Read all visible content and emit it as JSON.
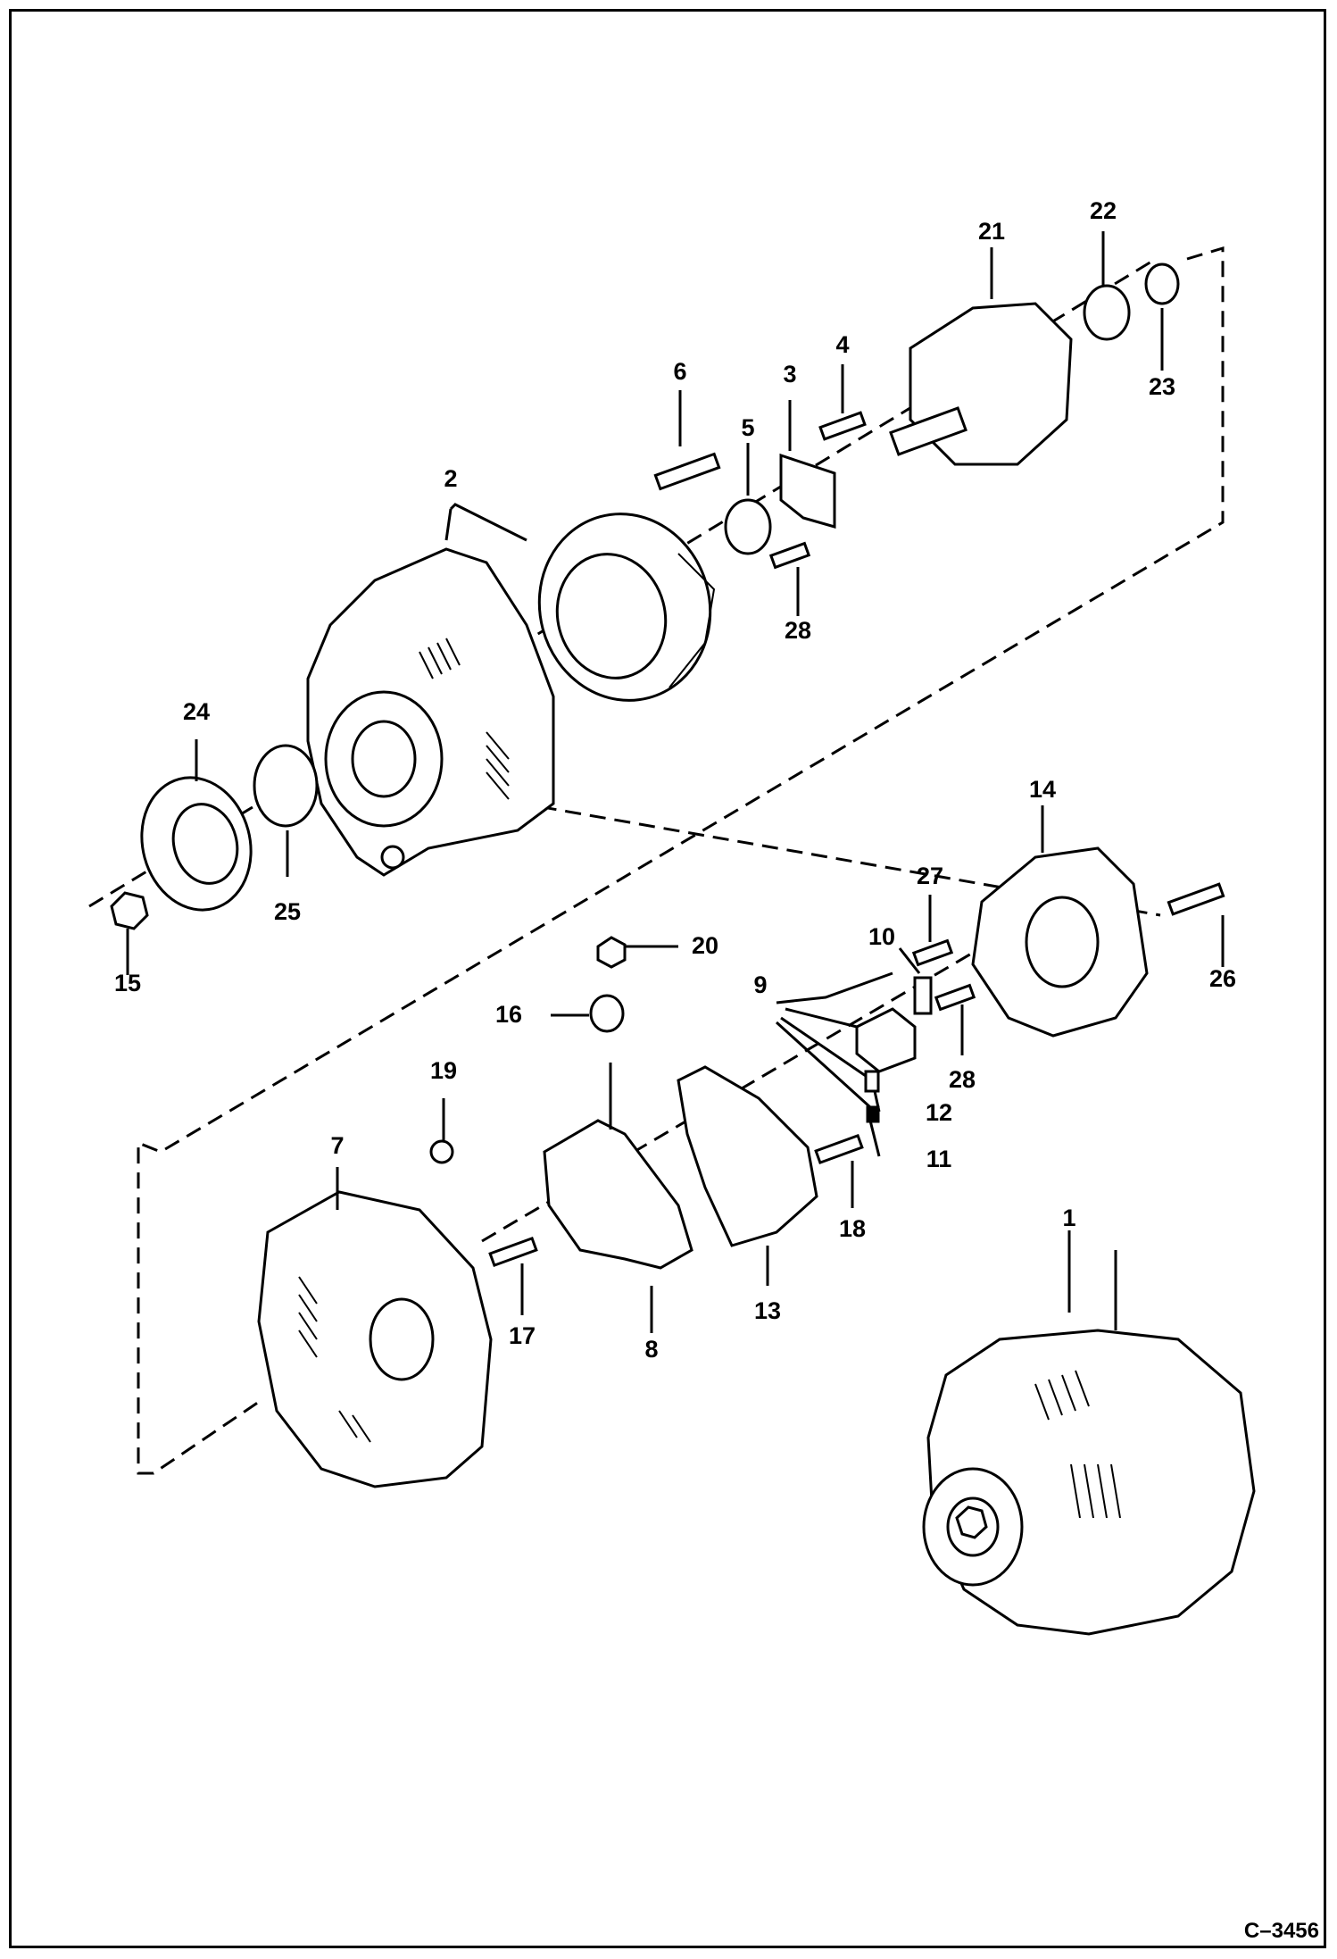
{
  "figure_code": "C–3456",
  "callouts": [
    "1",
    "2",
    "3",
    "4",
    "5",
    "6",
    "7",
    "8",
    "9",
    "10",
    "11",
    "12",
    "13",
    "14",
    "15",
    "16",
    "17",
    "18",
    "19",
    "20",
    "21",
    "22",
    "23",
    "24",
    "25",
    "26",
    "27",
    "28",
    "28"
  ]
}
